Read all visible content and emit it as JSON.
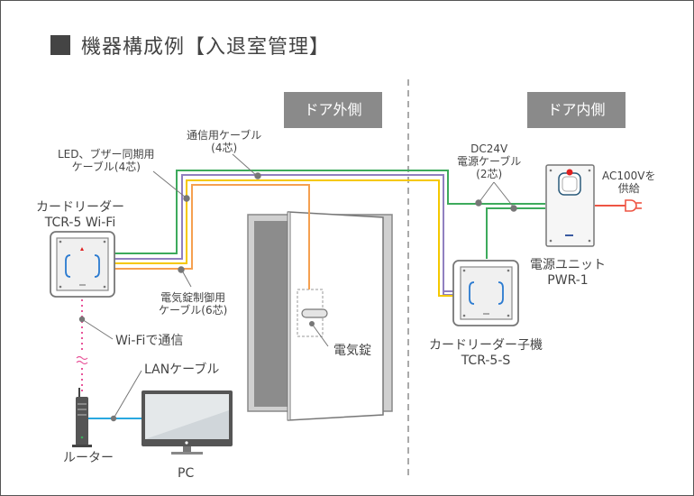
{
  "title": "機器構成例【入退室管理】",
  "zones": {
    "outside": "ドア外側",
    "inside": "ドア内側"
  },
  "devices": {
    "card_reader": {
      "name": "カードリーダー",
      "model": "TCR-5 Wi-Fi"
    },
    "sub_reader": {
      "name": "カードリーダー子機",
      "model": "TCR-5-S"
    },
    "power_unit": {
      "name": "電源ユニット",
      "model": "PWR-1"
    },
    "router": {
      "name": "ルーター"
    },
    "pc": {
      "name": "PC"
    },
    "electric_lock": {
      "name": "電気錠"
    }
  },
  "cables": {
    "led_buzzer": {
      "line1": "LED、ブザー同期用",
      "line2": "ケーブル(4芯)"
    },
    "comm": {
      "line1": "通信用ケーブル",
      "line2": "(4芯)"
    },
    "lock_control": {
      "line1": "電気錠制御用",
      "line2": "ケーブル(6芯)"
    },
    "dc_power": {
      "line1": "DC24V",
      "line2": "電源ケーブル",
      "line3": "(2芯)"
    },
    "lan": {
      "label": "LANケーブル"
    },
    "wifi": {
      "label": "Wi-Fiで通信"
    },
    "ac_supply": {
      "line1": "AC100Vを",
      "line2": "供給"
    }
  },
  "colors": {
    "green": "#3daa5c",
    "purple": "#9080c0",
    "yellow": "#f5c800",
    "orange": "#f5a050",
    "lan": "#29a8e0",
    "wifi": "#e8559a",
    "ac": "#ee5544",
    "led_red": "#e02020",
    "reader_blue": "#2a7ad0"
  }
}
